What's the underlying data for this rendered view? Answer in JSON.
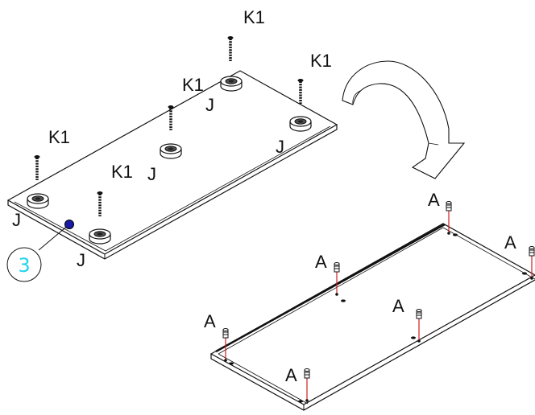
{
  "step_callout": "3",
  "labels": {
    "k1": "K1",
    "j": "J",
    "a": "A"
  },
  "colors": {
    "line": "#111111",
    "marker_dot": "#1a1aa6",
    "callout_text": "#22d3ee",
    "pin_accent": "#d21f1f"
  },
  "icons": [
    "screw-icon",
    "cam-fitting-icon",
    "dowel-pin-icon",
    "flip-arrow-icon"
  ]
}
